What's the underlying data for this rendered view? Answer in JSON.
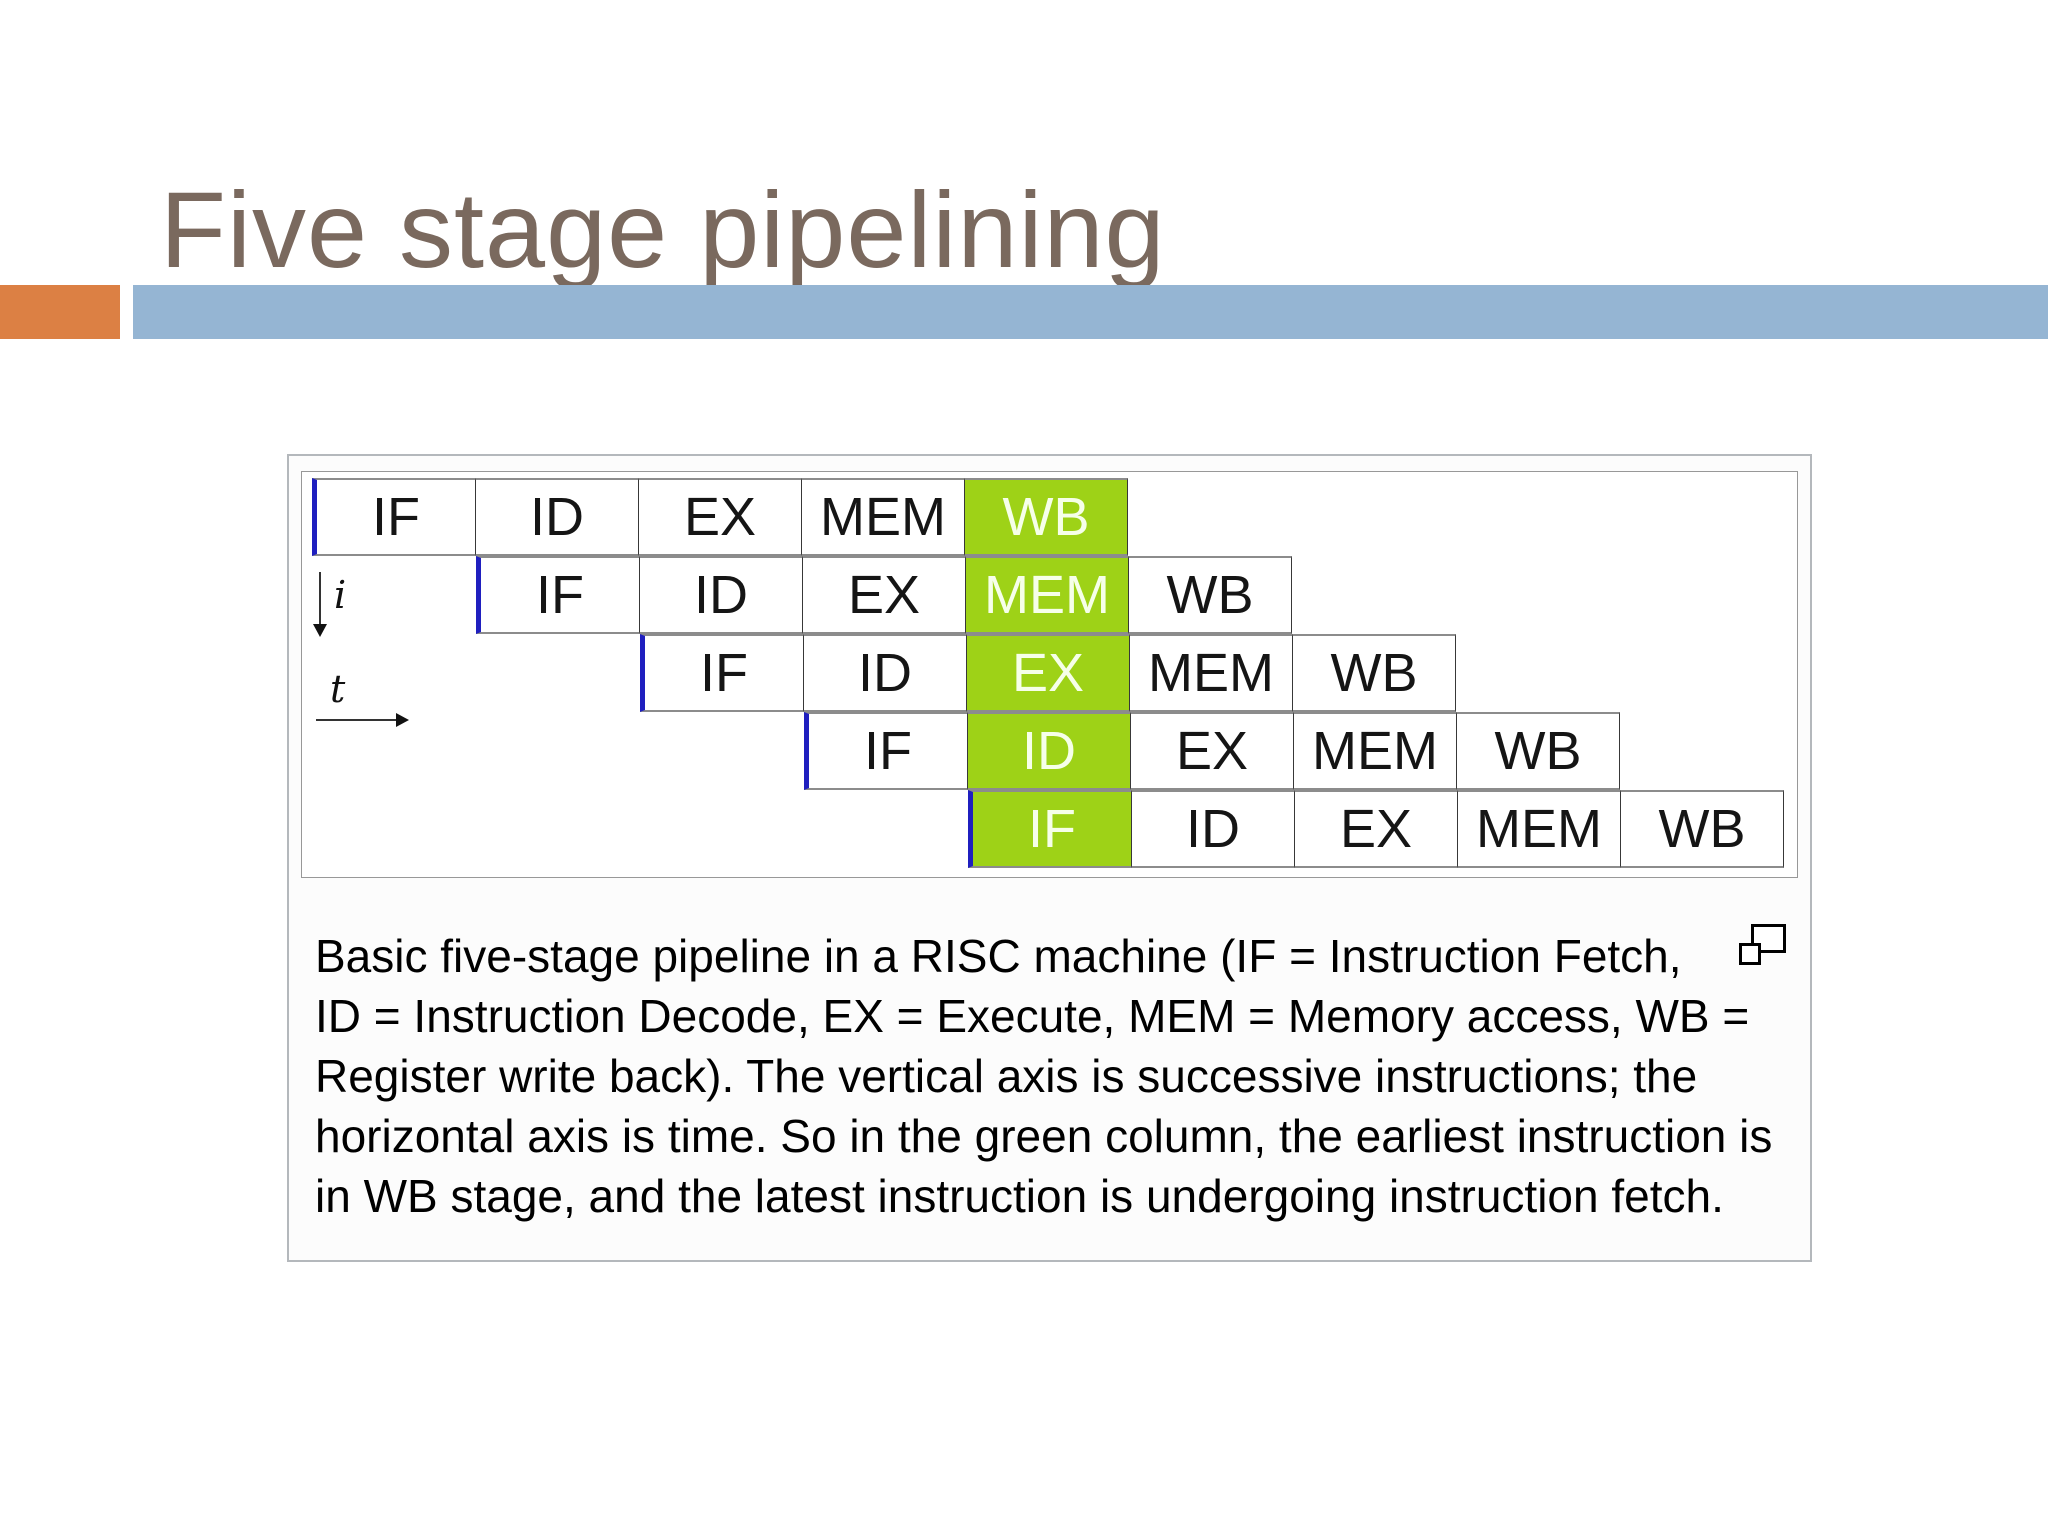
{
  "slide": {
    "title": "Five stage pipelining",
    "title_color": "#7a695e",
    "accent_orange": "#dc8044",
    "accent_blue": "#95b5d3"
  },
  "pipeline": {
    "stages": [
      "IF",
      "ID",
      "EX",
      "MEM",
      "WB"
    ],
    "rows": 5,
    "highlight_column": 5,
    "vertical_axis_label": "i",
    "horizontal_axis_label": "t",
    "colors": {
      "highlight_green": "#9ed217",
      "marker_blue": "#1f1fbf"
    }
  },
  "figure": {
    "caption_lines": [
      "Basic five-stage pipeline in a RISC machine (IF = Instruction Fetch,",
      "ID = Instruction Decode, EX = Execute, MEM = Memory access, WB =",
      "Register write back). The vertical axis is successive instructions; the",
      "horizontal axis is time. So in the green column, the earliest instruction is",
      "in WB stage, and the latest instruction is undergoing instruction fetch."
    ]
  }
}
